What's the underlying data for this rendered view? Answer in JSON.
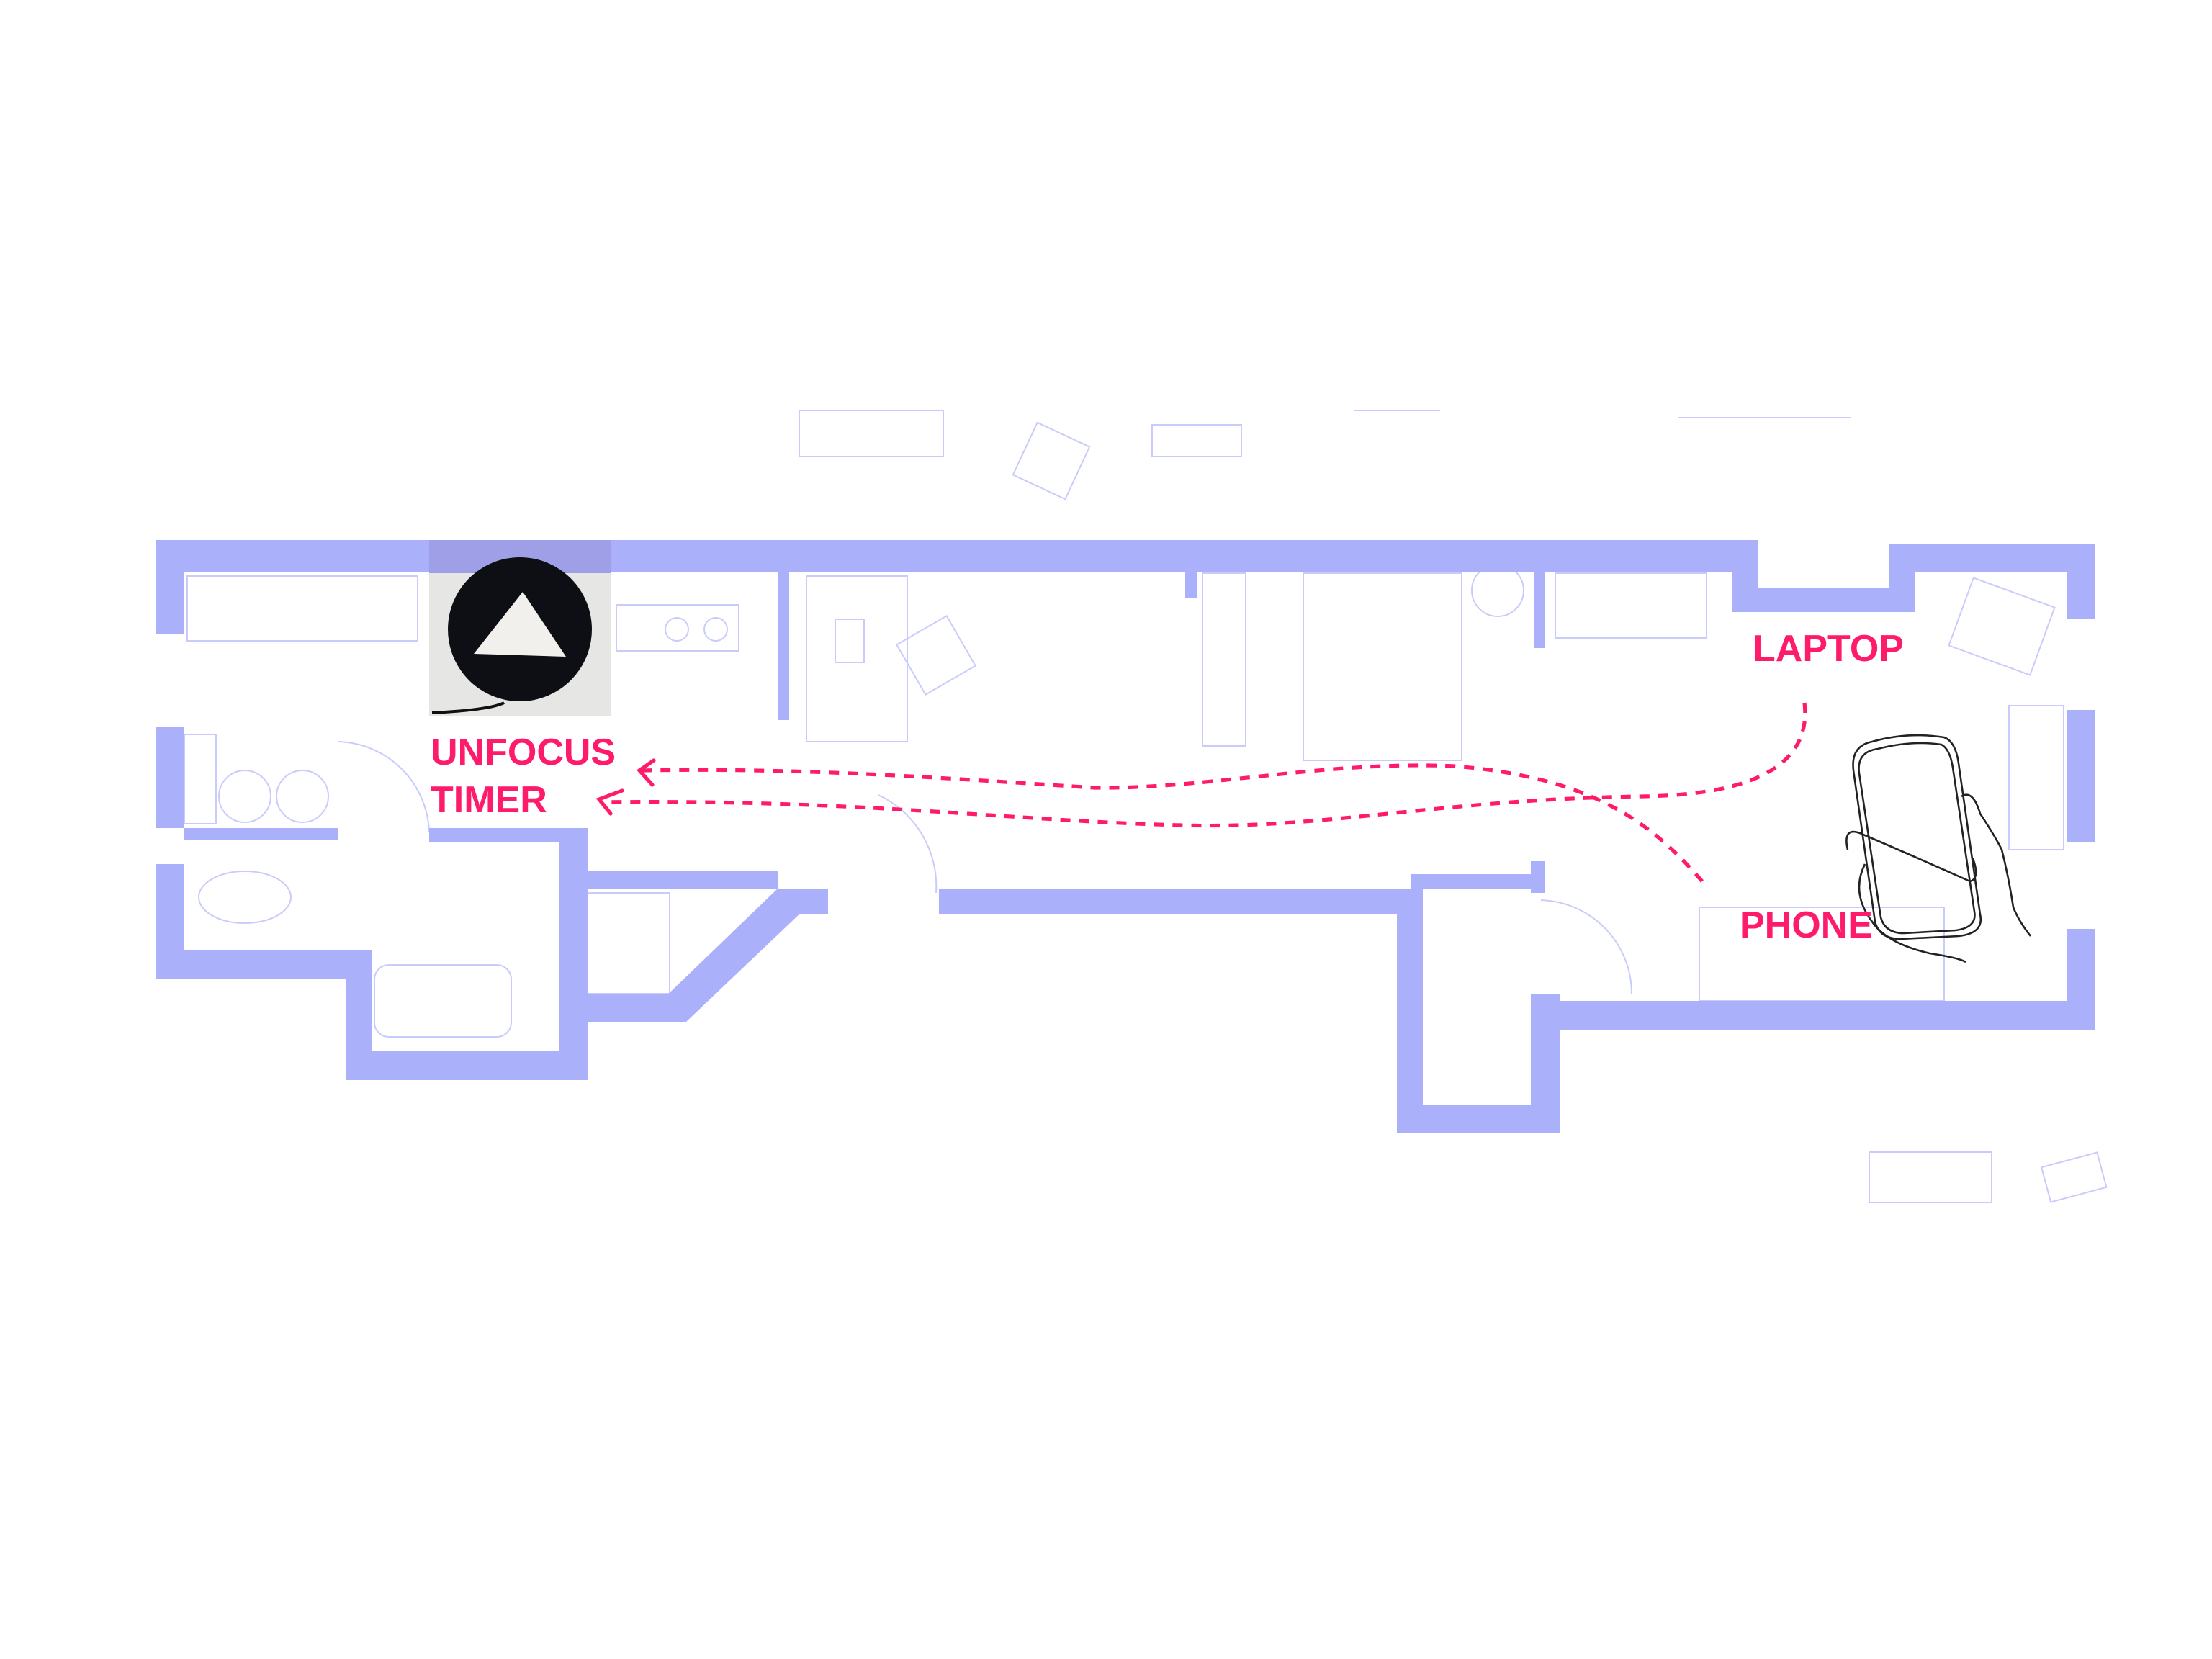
{
  "labels": {
    "timer_line1": "UNFOCUS",
    "timer_line2": "TIMER",
    "laptop": "LAPTOP",
    "phone": "PHONE"
  },
  "colors": {
    "wall": "#abb0fb",
    "accent": "#ff1b6b",
    "sketch": "#222222"
  },
  "icons": [
    "unfocus-timer-device-photo",
    "hand-holding-phone-sketch"
  ]
}
